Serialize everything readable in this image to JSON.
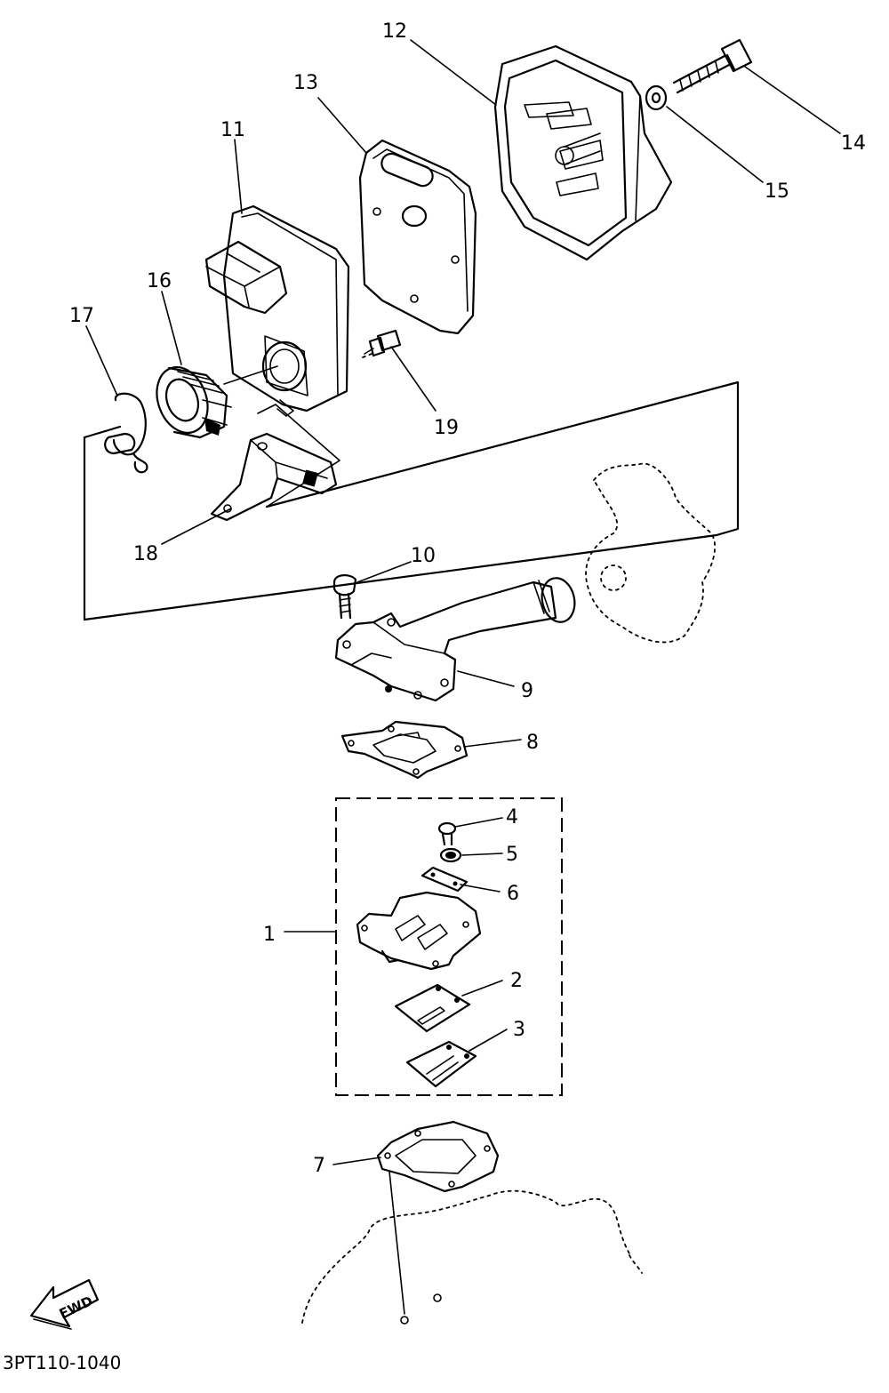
{
  "diagram_code": "3PT110-1040",
  "fwd_label": "FWD",
  "callouts": {
    "c1": "1",
    "c2": "2",
    "c3": "3",
    "c4": "4",
    "c5": "5",
    "c6": "6",
    "c7": "7",
    "c8": "8",
    "c9": "9",
    "c10": "10",
    "c11": "11",
    "c12": "12",
    "c13": "13",
    "c14": "14",
    "c15": "15",
    "c16": "16",
    "c17": "17",
    "c18": "18",
    "c19": "19"
  }
}
